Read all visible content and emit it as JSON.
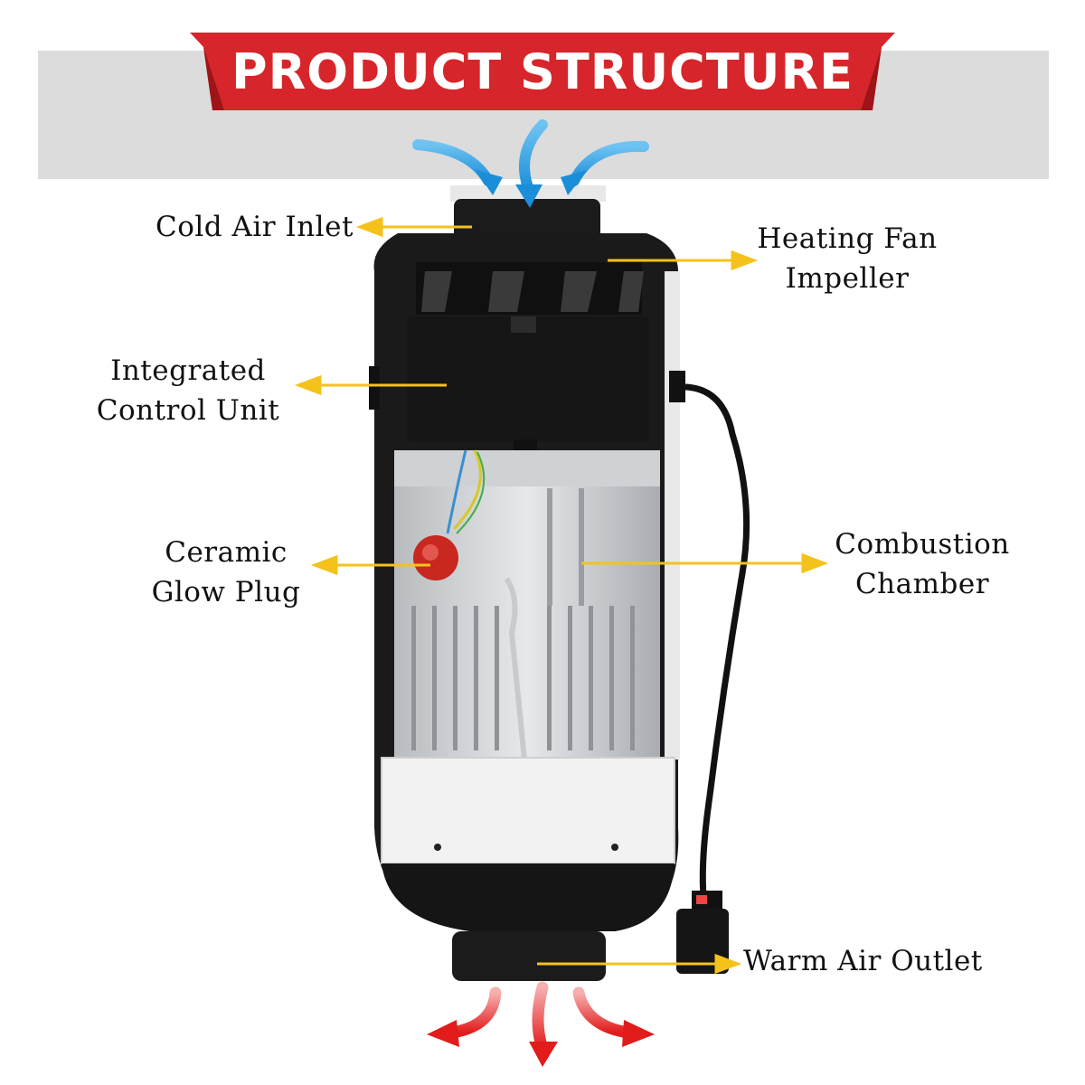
{
  "title": "PRODUCT STRUCTURE",
  "labels": {
    "cold_air_inlet": "Cold Air Inlet",
    "heating_fan": [
      "Heating Fan",
      "Impeller"
    ],
    "control_unit": [
      "Integrated",
      "Control Unit"
    ],
    "glow_plug": [
      "Ceramic",
      "Glow Plug"
    ],
    "combustion": [
      "Combustion",
      "Chamber"
    ],
    "warm_air_outlet": "Warm Air Outlet"
  },
  "colors": {
    "banner_red": "#d7262b",
    "band_gray": "#dcdcdc",
    "callout_arrow": "#f5c21b",
    "cold_air_arrow": "#1a8ed8",
    "warm_air_arrow": "#e21b1b"
  }
}
